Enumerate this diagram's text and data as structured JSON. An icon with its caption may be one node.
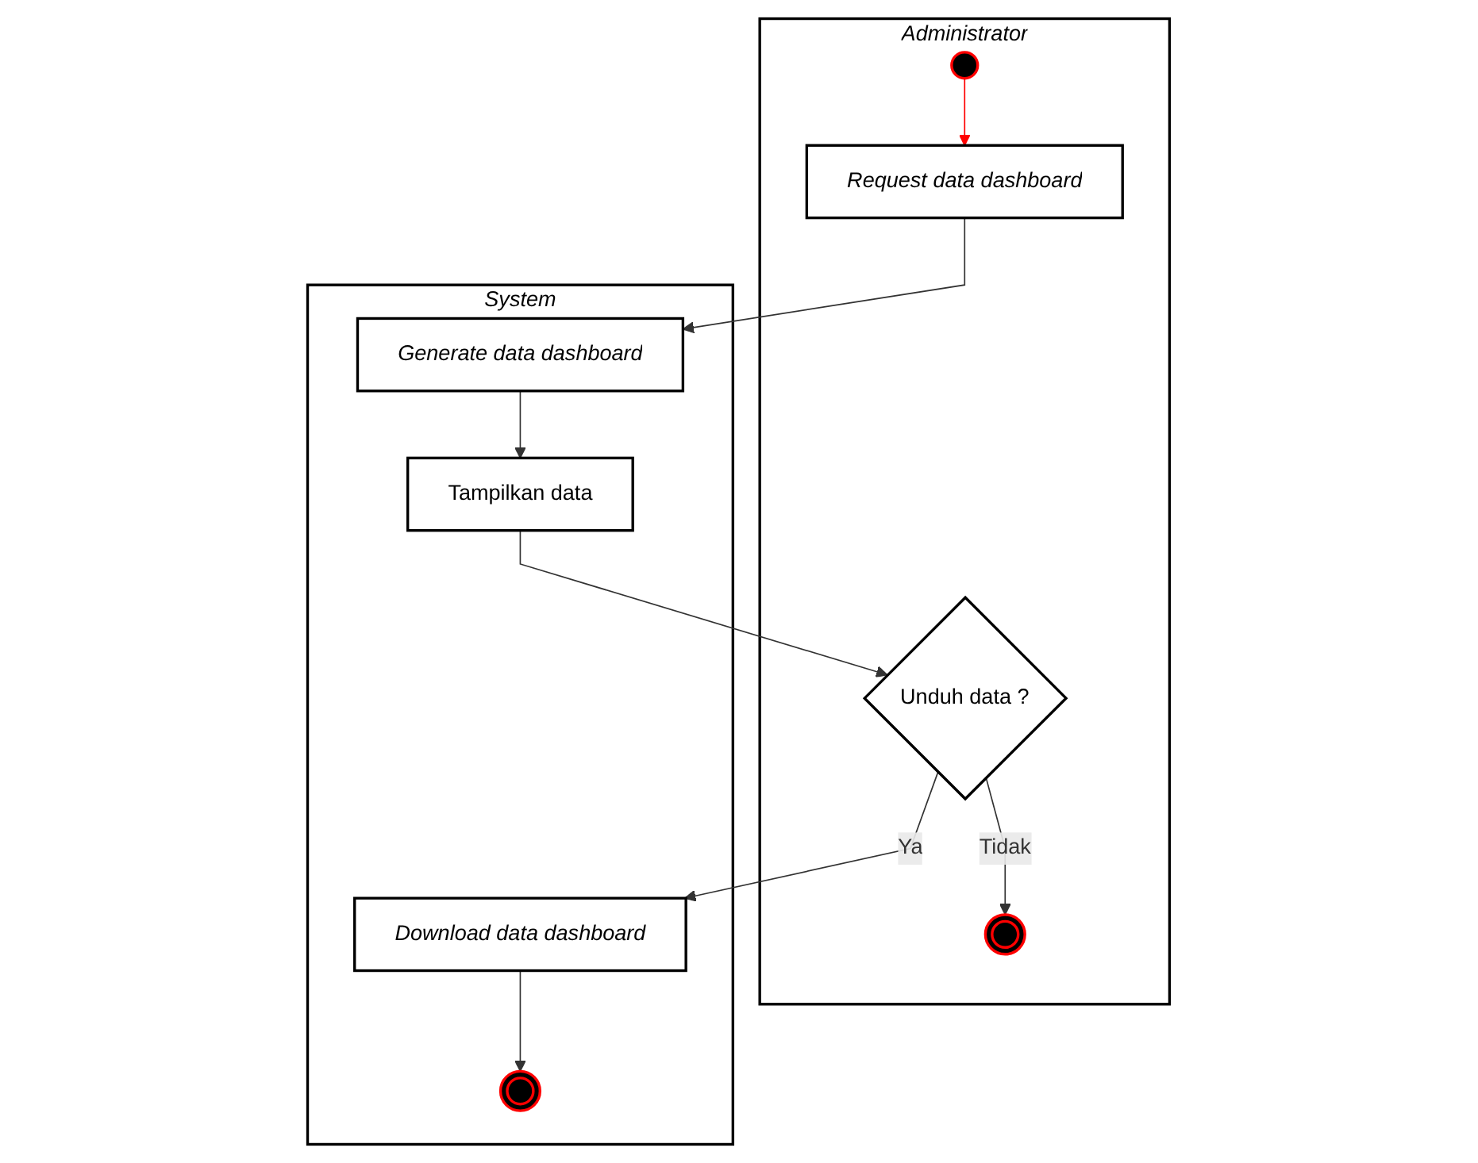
{
  "diagram": {
    "nodes": [
      {
        "text": [
          "Administrator"
        ]
      },
      {
        "text": [
          "System"
        ]
      },
      {
        "text": [],
        "shape": "circle",
        "in": 0
      },
      {
        "text": [
          "Request data dashboard"
        ],
        "in": 0
      },
      {
        "text": [
          "Unduh data ?"
        ],
        "in": 0
      },
      {
        "text": [],
        "shape": "circle",
        "in": 0
      },
      {
        "text": [
          "Generate data dashboard"
        ],
        "in": 1
      },
      {
        "text": [
          "Tampilkan data"
        ],
        "in": 1
      },
      {
        "text": [
          "Download data dashboard"
        ],
        "in": 1
      },
      {
        "text": [],
        "shape": "circle",
        "in": 1
      }
    ],
    "edges": [
      {
        "from": 2,
        "to": 3,
        "arrow": "to",
        "color": "#ff0000"
      },
      {
        "from": 3,
        "to": 6,
        "arrow": "to"
      },
      {
        "from": 6,
        "to": 7,
        "arrow": "to"
      },
      {
        "from": 7,
        "to": 4,
        "arrow": "to"
      },
      {
        "from": 4,
        "to": 5,
        "arrow": "to",
        "label": "Tidak"
      },
      {
        "from": 4,
        "to": 8,
        "arrow": "to",
        "label": "Ya"
      },
      {
        "from": 8,
        "to": 9,
        "arrow": "to"
      }
    ]
  }
}
